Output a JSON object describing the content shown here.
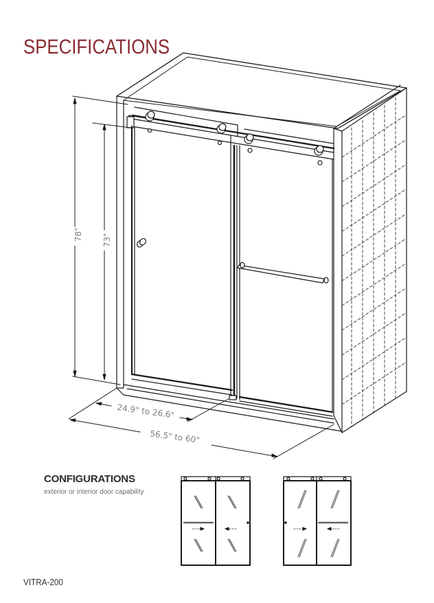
{
  "header": {
    "title": "SPECIFICATIONS"
  },
  "dimensions": {
    "overall_height": "78\"",
    "glass_height": "73\"",
    "door_width": "24.9\" to 26.6\"",
    "overall_width": "56.5\" to 60\""
  },
  "configurations": {
    "heading": "CONFIGURATIONS",
    "subtitle": "exterior or interior door capability",
    "options": [
      {
        "label": "configuration-a",
        "handle_panel": "left",
        "arrows": [
          "right",
          "left"
        ]
      },
      {
        "label": "configuration-b",
        "handle_panel": "right",
        "arrows": [
          "right",
          "left"
        ]
      }
    ]
  },
  "footer": {
    "model": "VITRA-200"
  },
  "colors": {
    "title": "#8a2b31",
    "line": "#1a1a1a",
    "dim_text": "#808080"
  }
}
